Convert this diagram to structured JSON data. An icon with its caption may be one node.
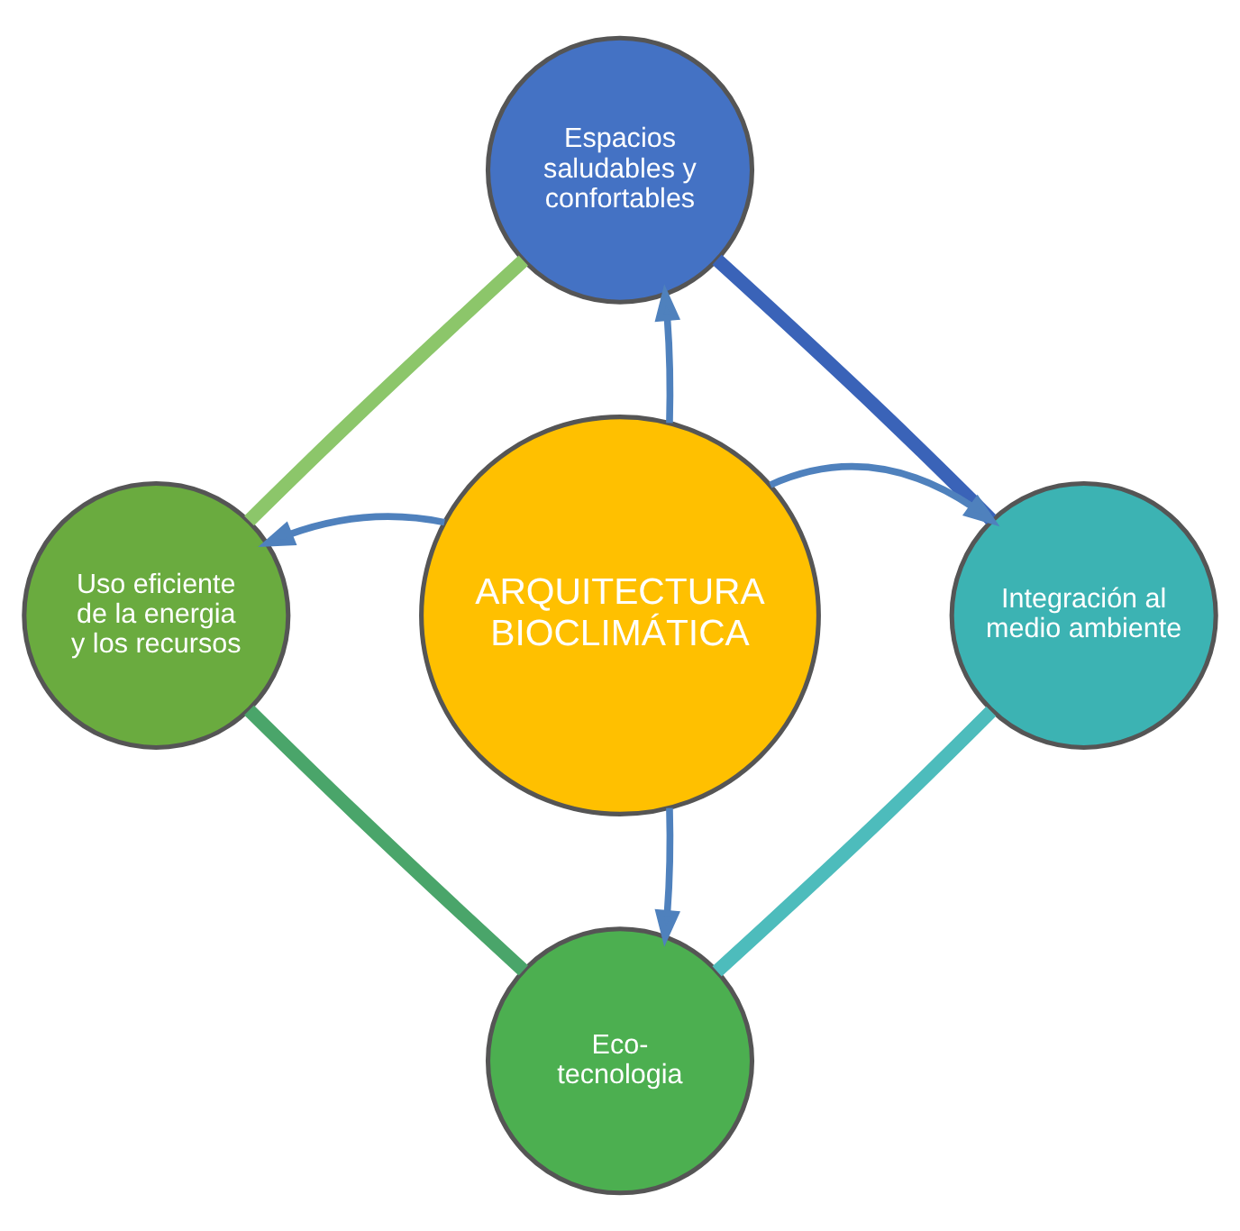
{
  "diagram": {
    "nodes": [
      {
        "text": [
          "Espacios saludables y confortables"
        ]
      },
      {
        "text": [
          "Uso eficiente de la energia y los recursos"
        ]
      },
      {
        "text": [
          "ARQUITECTURA BIOCLIMÁTICA"
        ]
      },
      {
        "text": [
          "Integración al medio ambiente"
        ]
      },
      {
        "text": [
          "Eco- tecnologia"
        ]
      }
    ],
    "edges": [
      {
        "from": 2,
        "to": 0,
        "arrow": "to",
        "color": "#4f81bd"
      },
      {
        "from": 2,
        "to": 1,
        "arrow": "to",
        "color": "#4f81bd"
      },
      {
        "from": 2,
        "to": 3,
        "arrow": "to",
        "color": "#4f81bd"
      },
      {
        "from": 2,
        "to": 4,
        "arrow": "to",
        "color": "#4f81bd"
      },
      {
        "from": 0,
        "to": 3,
        "arrow": "none",
        "style": "thick",
        "color": "#3a63b8"
      },
      {
        "from": 3,
        "to": 4,
        "arrow": "none",
        "style": "thick",
        "color": "#4dbcbc"
      },
      {
        "from": 4,
        "to": 1,
        "arrow": "none",
        "style": "thick",
        "color": "#4aa56a"
      },
      {
        "from": 1,
        "to": 0,
        "arrow": "none",
        "style": "thick",
        "color": "#8cc66a"
      }
    ]
  }
}
